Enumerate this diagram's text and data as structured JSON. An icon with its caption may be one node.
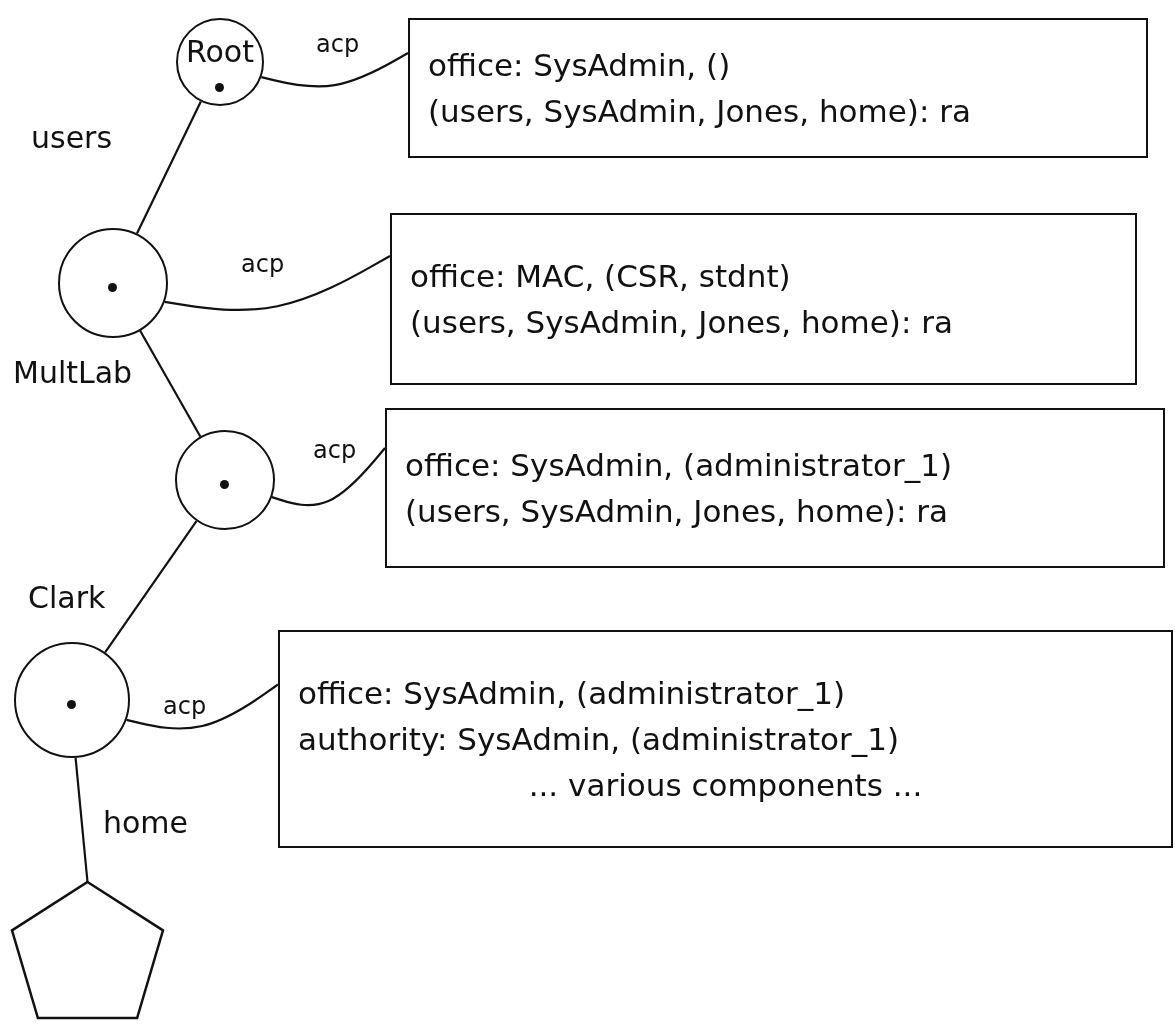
{
  "diagram": {
    "nodes": [
      {
        "text": [
          "Root"
        ]
      },
      {
        "text": [
          "office: SysAdmin, ()",
          "(users, SysAdmin, Jones, home): ra"
        ]
      },
      {
        "text": [],
        "shape": "circle"
      },
      {
        "text": [
          "office: MAC, (CSR, stdnt)",
          "(users, SysAdmin, Jones, home): ra"
        ]
      },
      {
        "text": [],
        "shape": "circle"
      },
      {
        "text": [
          "office: SysAdmin, (administrator_1)",
          "(users, SysAdmin, Jones, home): ra"
        ]
      },
      {
        "text": [],
        "shape": "circle"
      },
      {
        "text": [
          "office: SysAdmin, (administrator_1)",
          "authority: SysAdmin, (administrator_1)",
          "... various components ..."
        ]
      },
      {
        "text": [],
        "shape": "pentagon"
      }
    ],
    "edges": [
      {
        "from": 0,
        "to": 2,
        "arrow": "none",
        "label": "users"
      },
      {
        "from": 0,
        "to": 1,
        "arrow": "none",
        "label": "acp"
      },
      {
        "from": 2,
        "to": 4,
        "arrow": "none",
        "label": "MultLab"
      },
      {
        "from": 2,
        "to": 3,
        "arrow": "none",
        "label": "acp"
      },
      {
        "from": 4,
        "to": 6,
        "arrow": "none",
        "label": "Clark"
      },
      {
        "from": 4,
        "to": 5,
        "arrow": "none",
        "label": "acp"
      },
      {
        "from": 6,
        "to": 8,
        "arrow": "none",
        "label": "home"
      },
      {
        "from": 6,
        "to": 7,
        "arrow": "none",
        "label": "acp"
      }
    ]
  }
}
